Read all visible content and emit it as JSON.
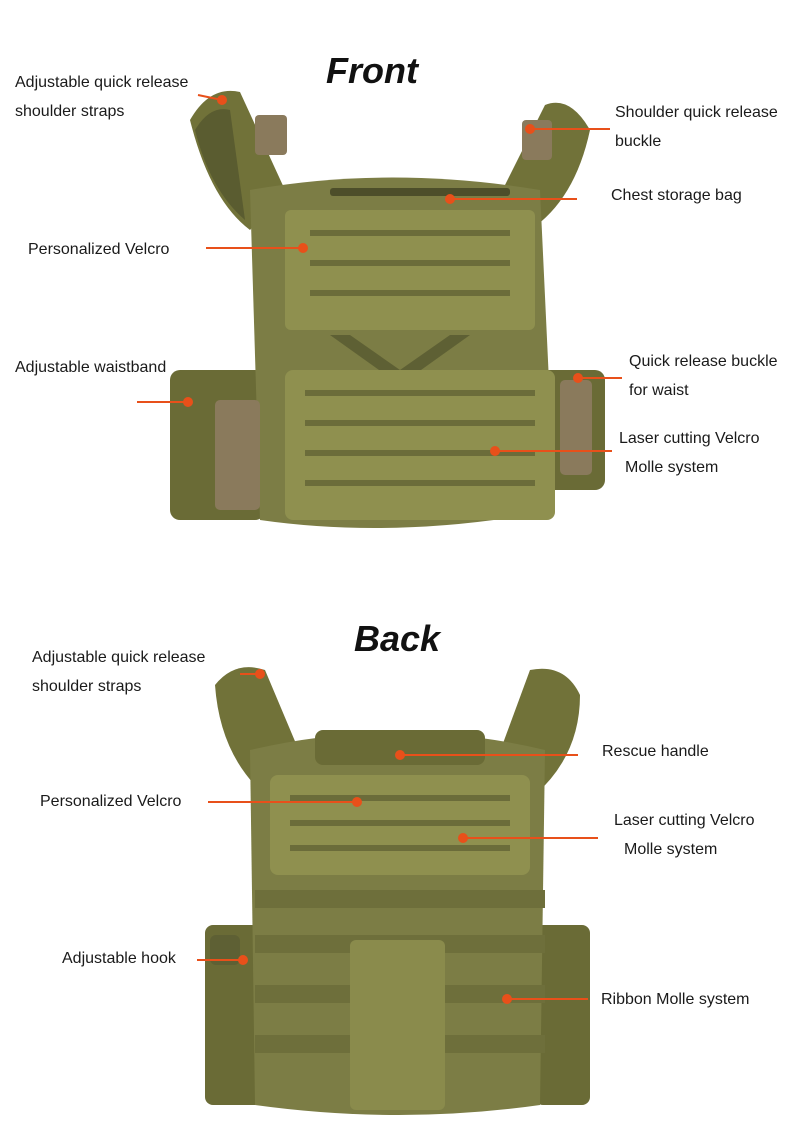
{
  "colors": {
    "callout": "#e8501a",
    "vest_base": "#7c7d45",
    "vest_dark": "#5e6034",
    "vest_light": "#8f904f",
    "buckle": "#8a7a5c"
  },
  "front": {
    "title": "Front",
    "labels": {
      "shoulder_straps_1": "Adjustable quick release",
      "shoulder_straps_2": "shoulder straps",
      "shoulder_buckle_1": "Shoulder quick release",
      "shoulder_buckle_2": "buckle",
      "chest_bag": "Chest storage bag",
      "velcro": "Personalized Velcro",
      "waistband": "Adjustable waistband",
      "waist_buckle_1": "Quick release buckle",
      "waist_buckle_2": "for waist",
      "laser_1": "Laser cutting Velcro",
      "laser_2": "Molle system"
    }
  },
  "back": {
    "title": "Back",
    "labels": {
      "shoulder_straps_1": "Adjustable quick release",
      "shoulder_straps_2": "shoulder straps",
      "rescue_handle": "Rescue handle",
      "velcro": "Personalized Velcro",
      "laser_1": "Laser cutting Velcro",
      "laser_2": "Molle system",
      "hook": "Adjustable hook",
      "ribbon": "Ribbon Molle system"
    }
  }
}
